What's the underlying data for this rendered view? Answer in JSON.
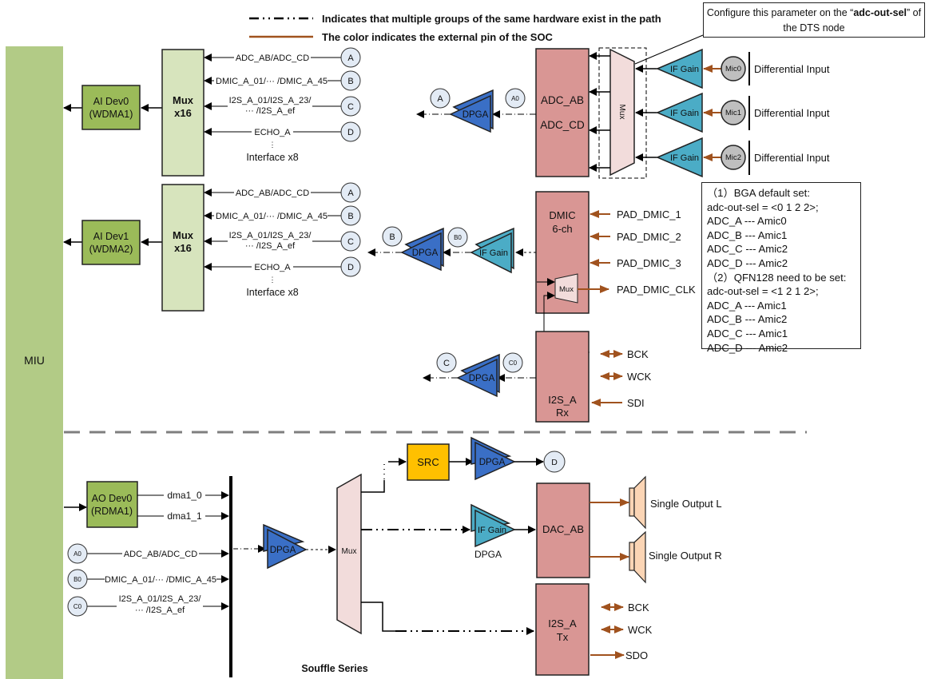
{
  "legend": {
    "dashdot_text": "Indicates that multiple groups of the same hardware exist in the path",
    "pin_text": "The color indicates the external pin of the SOC"
  },
  "callout_top": {
    "prefix": "Configure this parameter on the “",
    "param": "adc-out-sel",
    "suffix": "” of the DTS node"
  },
  "miu": {
    "label": "MIU"
  },
  "ai_dev0": {
    "line1": "AI Dev0",
    "line2": "(WDMA1)"
  },
  "ai_dev1": {
    "line1": "AI Dev1",
    "line2": "(WDMA2)"
  },
  "mux16": {
    "line1": "Mux",
    "line2": "x16"
  },
  "ai_inputs": [
    {
      "label": "ADC_AB/ADC_CD",
      "node": "A"
    },
    {
      "label": "DMIC_A_01/··· /DMIC_A_45",
      "node": "B"
    },
    {
      "label1": "I2S_A_01/I2S_A_23/",
      "label2": "··· /I2S_A_ef",
      "node": "C"
    },
    {
      "label": "ECHO_A",
      "node": "D"
    }
  ],
  "interface_label": "Interface x8",
  "adc": {
    "line1": "ADC_AB",
    "line2": "ADC_CD",
    "mux_label": "Mux",
    "out_node": "A",
    "tap_node": "A0",
    "dpga_label": "DPGA",
    "if_gain_label": "IF Gain",
    "mics": [
      {
        "name": "Mic0",
        "desc": "Differential Input"
      },
      {
        "name": "Mic1",
        "desc": "Differential Input"
      },
      {
        "name": "Mic2",
        "desc": "Differential Input"
      }
    ]
  },
  "dmic": {
    "line1": "DMIC",
    "line2": "6-ch",
    "mux_label": "Mux",
    "out_node": "B",
    "tap_node": "B0",
    "dpga_label": "DPGA",
    "if_gain_label": "IF Gain",
    "pads": [
      "PAD_DMIC_1",
      "PAD_DMIC_2",
      "PAD_DMIC_3",
      "PAD_DMIC_CLK"
    ]
  },
  "adc_out_sel_note": {
    "lines": [
      "（1）BGA default set:",
      "adc-out-sel = <0 1 2 2>;",
      "ADC_A --- Amic0",
      "ADC_B --- Amic1",
      "ADC_C --- Amic2",
      "ADC_D --- Amic2",
      "（2）QFN128 need to be set:",
      "adc-out-sel = <1 2 1 2>;",
      "ADC_A --- Amic1",
      "ADC_B --- Amic2",
      "ADC_C --- Amic1",
      "ADC_D --- Amic2"
    ]
  },
  "i2s_rx": {
    "line1": "I2S_A",
    "line2": "Rx",
    "out_node": "C",
    "tap_node": "C0",
    "dpga_label": "DPGA",
    "pins": [
      "BCK",
      "WCK",
      "SDI"
    ]
  },
  "ao_dev0": {
    "line1": "AO Dev0",
    "line2": "(RDMA1)"
  },
  "ao_inputs": [
    {
      "label": "dma1_0"
    },
    {
      "label": "dma1_1"
    },
    {
      "label": "ADC_AB/ADC_CD",
      "node": "A0"
    },
    {
      "label": "DMIC_A_01/··· /DMIC_A_45",
      "node": "B0"
    },
    {
      "label1": "I2S_A_01/I2S_A_23/",
      "label2": "··· /I2S_A_ef",
      "node": "C0"
    }
  ],
  "ao_path": {
    "dpga_label": "DPGA",
    "mux_label": "Mux",
    "src_label": "SRC",
    "src_dpga_label": "DPGA",
    "echo_node": "D",
    "dac_gain_label": "IF Gain",
    "dac_gain_caption": "DPGA"
  },
  "dac": {
    "label": "DAC_AB",
    "outputs": [
      "Single Output L",
      "Single Output R"
    ]
  },
  "i2s_tx": {
    "line1": "I2S_A",
    "line2": "Tx",
    "pins": [
      "BCK",
      "WCK",
      "SDO"
    ]
  },
  "series_label": "Souffle Series",
  "colors": {
    "miu": "#b2cb86",
    "dev_block": "#9bbb59",
    "mux16": "#d7e4bd",
    "hw_block": "#d99694",
    "mux_shape": "#f2dcdb",
    "dpga": "#3a6fc6",
    "if_gain": "#4bacc6",
    "src": "#ffc000",
    "pin": "#a0521e",
    "node": "#e3ebf5",
    "mic": "#bfbfbf",
    "speaker": "#fbd5b5",
    "divider": "#7f7f7f"
  }
}
